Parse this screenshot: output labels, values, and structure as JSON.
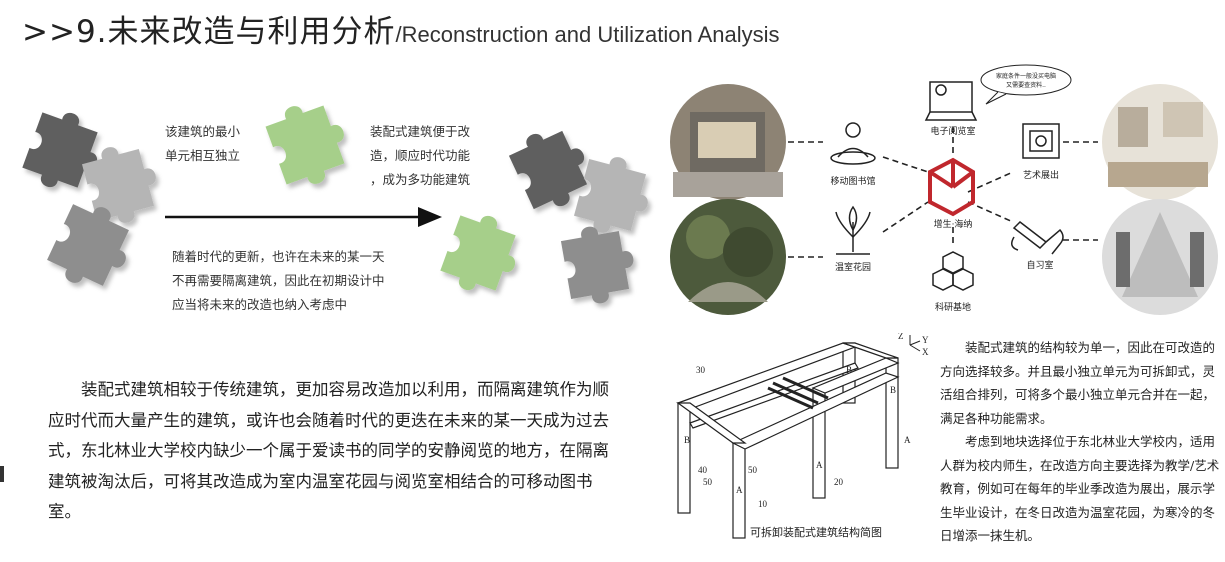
{
  "header": {
    "title": ">>9.未来改造与利用分析",
    "subtitle": "/Reconstruction and Utilization Analysis"
  },
  "puzzle_diagram": {
    "caption_top_left": [
      "该建筑的最小",
      "单元相互独立"
    ],
    "caption_top_right": [
      "装配式建筑便于改",
      "造，顺应时代功能",
      "，成为多功能建筑"
    ],
    "caption_bottom": [
      "随着时代的更新，也许在未来的某一天",
      "不再需要隔离建筑，因此在初期设计中",
      "应当将未来的改造也纳入考虑中"
    ],
    "colors": {
      "dark": "#5e5e5e",
      "mid": "#9e9e9e",
      "light": "#bdbdbd",
      "green": "#a6cf8a"
    }
  },
  "body_left": "装配式建筑相较于传统建筑，更加容易改造加以利用，而隔离建筑作为顺应时代而大量产生的建筑，或许也会随着时代的更迭在未来的某一天成为过去式，东北林业大学校内缺少一个属于爱读书的同学的安静阅览的地方，在隔离建筑被淘汰后，可将其改造成为室内温室花园与阅览室相结合的可移动图书室。",
  "function_network": {
    "center_label": "增生·海纳",
    "nodes": {
      "library": "移动图书馆",
      "reading_room": "电子阅览室",
      "art": "艺术展出",
      "greenhouse": "温室花园",
      "lab": "科研基地",
      "study": "自习室"
    },
    "speech_bubble": [
      "家庭条件一般没买电脑",
      "又需要查资料.."
    ],
    "accent_color": "#c0272d"
  },
  "structure_figure": {
    "caption": "可拆卸装配式建筑结构简图",
    "labels": [
      "30",
      "B",
      "B",
      "B",
      "A",
      "A",
      "A",
      "40",
      "50",
      "50",
      "20",
      "10",
      "Z",
      "X",
      "Y"
    ]
  },
  "body_right": [
    "装配式建筑的结构较为单一，因此在可改造的方向选择较多。并且最小独立单元为可拆卸式，灵活组合排列，可将多个最小独立单元合并在一起，满足各种功能需求。",
    "考虑到地块选择位于东北林业大学校内，适用人群为校内师生，在改造方向主要选择为教学/艺术教育，例如可在每年的毕业季改造为展出，展示学生毕业设计，在冬日改造为温室花园，为寒冷的冬日增添一抹生机。"
  ]
}
